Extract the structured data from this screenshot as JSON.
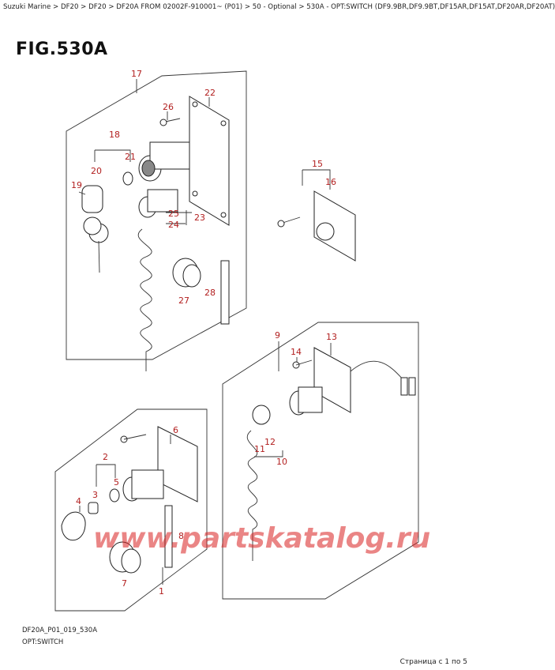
{
  "breadcrumb": "Suzuki Marine > DF20 > DF20 > DF20A FROM 02002F-910001~ (P01) > 50 - Optional > 530A - OPT:SWITCH (DF9.9BR,DF9.9BT,DF15AR,DF15AT,DF20AR,DF20AT)",
  "figure": {
    "title": "FIG.530A",
    "code": "DF20A_P01_019_530A",
    "name": "OPT:SWITCH"
  },
  "callouts": [
    "17",
    "22",
    "26",
    "18",
    "21",
    "20",
    "19",
    "25",
    "23",
    "24",
    "27",
    "28",
    "15",
    "16",
    "9",
    "13",
    "14",
    "12",
    "11",
    "10",
    "6",
    "2",
    "5",
    "3",
    "4",
    "8",
    "7",
    "1"
  ],
  "watermark": "www.partskatalog.ru",
  "page_info": "Страница с 1 по 5",
  "colors": {
    "callout": "#b21f1f",
    "watermark": "#d82020"
  }
}
